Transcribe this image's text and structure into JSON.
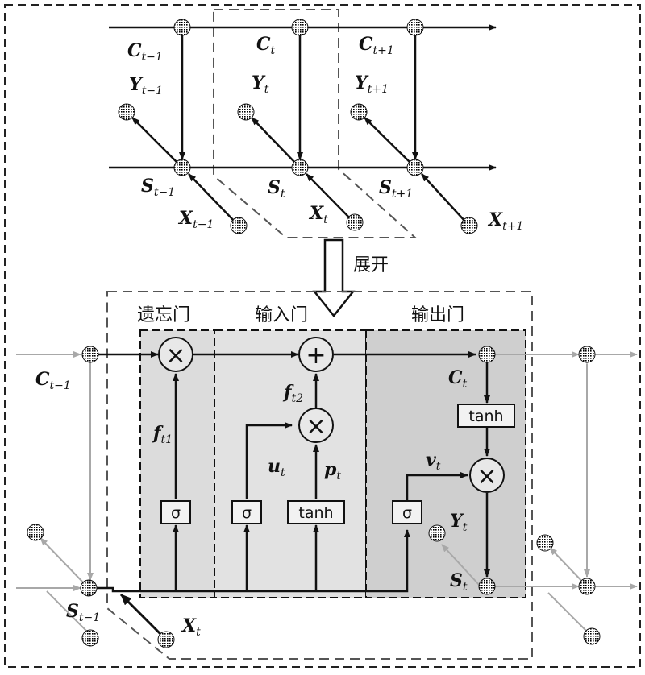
{
  "top": {
    "labels": {
      "c_prev": {
        "main": "C",
        "sub": "t−1"
      },
      "c_cur": {
        "main": "C",
        "sub": "t"
      },
      "c_next": {
        "main": "C",
        "sub": "t+1"
      },
      "y_prev": {
        "main": "Y",
        "sub": "t−1"
      },
      "y_cur": {
        "main": "Y",
        "sub": "t"
      },
      "y_next": {
        "main": "Y",
        "sub": "t+1"
      },
      "s_prev": {
        "main": "S",
        "sub": "t−1"
      },
      "s_cur": {
        "main": "S",
        "sub": "t"
      },
      "s_next": {
        "main": "S",
        "sub": "t+1"
      },
      "x_prev": {
        "main": "X",
        "sub": "t−1"
      },
      "x_cur": {
        "main": "X",
        "sub": "t"
      },
      "x_next": {
        "main": "X",
        "sub": "t+1"
      }
    }
  },
  "unfold": {
    "label": "展开"
  },
  "gates": {
    "forget": {
      "title": "遗忘门",
      "sigma": "σ",
      "f": {
        "main": "f",
        "sub": "t1"
      }
    },
    "input": {
      "title": "输入门",
      "sigma": "σ",
      "tanh": "tanh",
      "u": {
        "main": "u",
        "sub": "t"
      },
      "p": {
        "main": "p",
        "sub": "t"
      },
      "f2": {
        "main": "f",
        "sub": "t2"
      }
    },
    "output": {
      "title": "输出门",
      "sigma": "σ",
      "tanh": "tanh",
      "v": {
        "main": "v",
        "sub": "t"
      }
    }
  },
  "ops": {
    "multiply": "×",
    "add": "+"
  },
  "bottom": {
    "labels": {
      "c_prev": {
        "main": "C",
        "sub": "t−1"
      },
      "c_cur": {
        "main": "C",
        "sub": "t"
      },
      "s_prev": {
        "main": "S",
        "sub": "t−1"
      },
      "s_cur": {
        "main": "S",
        "sub": "t"
      },
      "x_cur": {
        "main": "X",
        "sub": "t"
      },
      "y_cur": {
        "main": "Y",
        "sub": "t"
      }
    }
  },
  "colors": {
    "line": "#111111",
    "faint": "#a8a8a8",
    "gate_fill": "#dcdcdc",
    "output_fill": "#cfcfcf",
    "dash": "#555555"
  }
}
